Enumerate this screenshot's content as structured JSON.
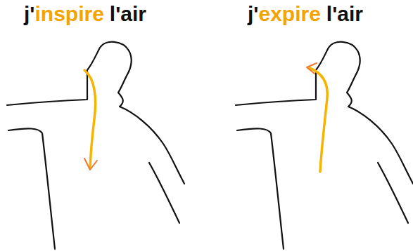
{
  "diagram": {
    "labels": [
      "j'",
      "inspire",
      "l'air",
      "j'",
      "expire",
      "l'air"
    ]
  }
}
